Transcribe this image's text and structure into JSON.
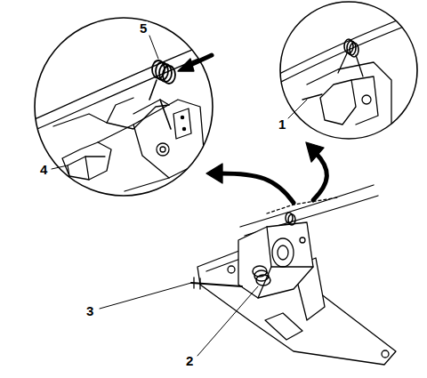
{
  "diagram": {
    "labels": [
      "5",
      "1",
      "4",
      "3",
      "2"
    ]
  }
}
